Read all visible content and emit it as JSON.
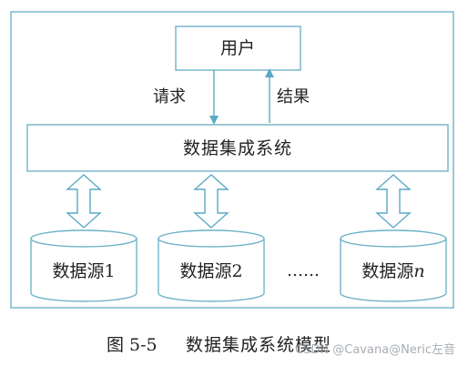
{
  "diagram": {
    "user_box": "用户",
    "request_label": "请求",
    "result_label": "结果",
    "system_box": "数据集成系统",
    "sources": [
      {
        "prefix": "数据源",
        "suffix": "1",
        "italic": false
      },
      {
        "prefix": "数据源",
        "suffix": "2",
        "italic": false
      },
      {
        "prefix": "数据源",
        "suffix": "n",
        "italic": true
      }
    ],
    "ellipsis": "……",
    "caption_number": "图 5-5",
    "caption_title": "数据集成系统模型",
    "watermark": "CSDN @Cavana@Neric左音"
  },
  "colors": {
    "frame": "#6fb3c8",
    "arrow_blue": "#5aa9c4",
    "arrow_fill": "#ffffff",
    "text": "#222222",
    "watermark": "#9aa0a6"
  }
}
